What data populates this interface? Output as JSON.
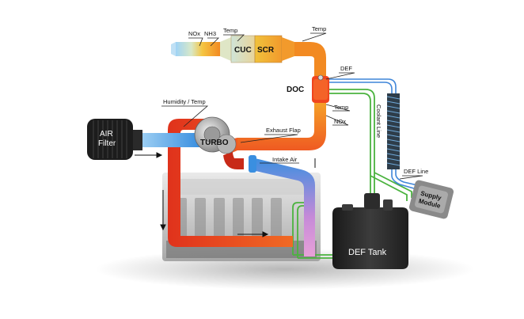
{
  "labels": {
    "nox_top": "NOx",
    "nh3": "NH3",
    "temp_top_left": "Temp",
    "temp_top_right": "Temp",
    "cuc": "CUC",
    "scr": "SCR",
    "def_top": "DEF",
    "doc": "DOC",
    "temp_doc": "Temp",
    "nox_right": "NOx",
    "coolant_line": "Coolant Line",
    "humidity_temp": "Humidity / Temp",
    "exhaust_flap": "Exhaust Flap",
    "air_filter_line1": "AIR",
    "air_filter_line2": "Filter",
    "turbo": "TURBO",
    "intake_air": "Intake Air",
    "def_line": "DEF Line",
    "supply_module_line1": "Supply",
    "supply_module_line2": "Module",
    "def_tank": "DEF Tank"
  },
  "colors": {
    "exhaust_hot": "#e8341c",
    "exhaust_warm": "#f58a1f",
    "intake_cool": "#3a8fe0",
    "coolant": "#4bb33f",
    "def_line": "#3f86d9",
    "tank": "#2a2a2a"
  },
  "icons": [
    "air-filter-icon",
    "turbo-icon",
    "engine-block-icon",
    "def-tank-icon",
    "supply-module-icon"
  ]
}
